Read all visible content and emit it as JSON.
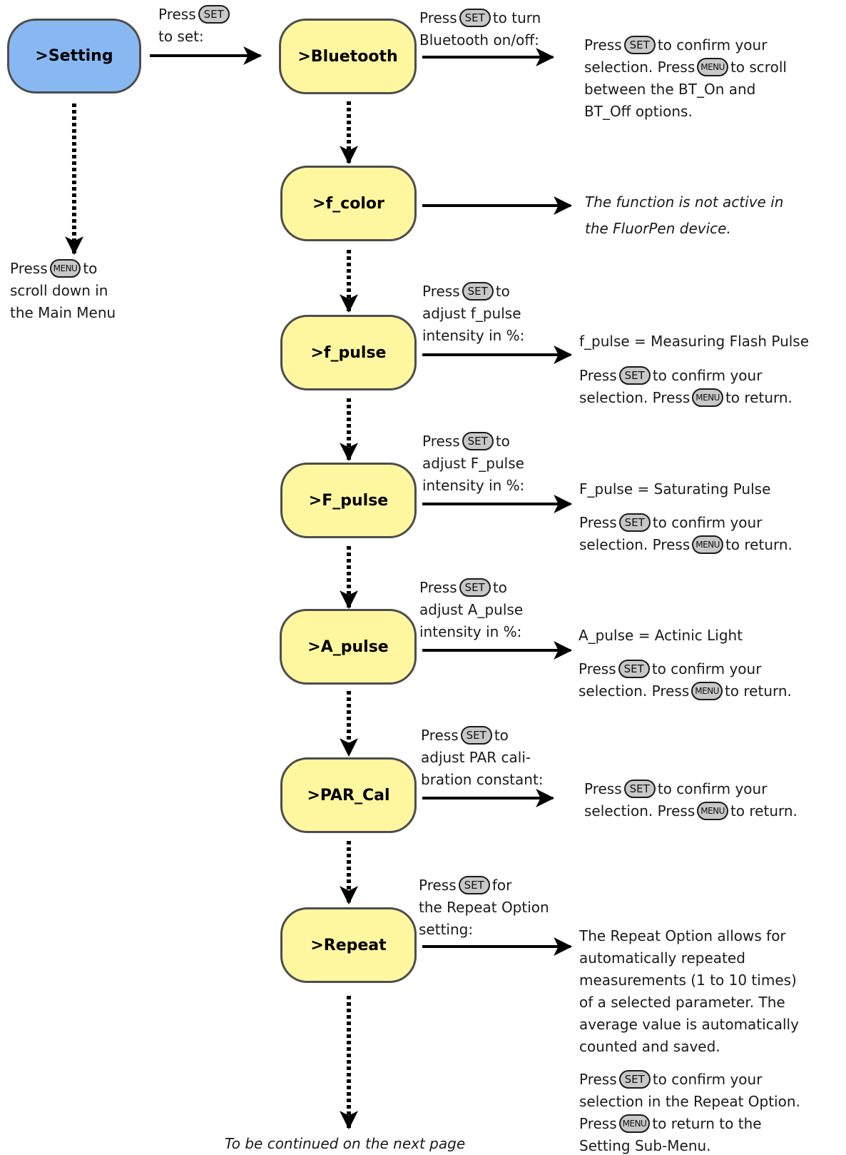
{
  "buttons": {
    "set": "SET",
    "menu": "MENU"
  },
  "colors": {
    "node_yellow": "#fff7a0",
    "node_blue": "#87b8f2",
    "outline": "#4d4d4d"
  },
  "nodes": {
    "setting": ">Setting",
    "bluetooth": ">Bluetooth",
    "f_color": ">f_color",
    "f_pulse": ">f_pulse",
    "F_pulse": ">F_pulse",
    "A_pulse": ">A_pulse",
    "PAR_Cal": ">PAR_Cal",
    "repeat": ">Repeat"
  },
  "text": {
    "setting_press": "Press",
    "setting_to_set": "to set:",
    "scroll_press": "Press",
    "scroll_l1_tail": "to",
    "scroll_l2": "scroll down in",
    "scroll_l3": "the Main Menu",
    "bt_press": "Press",
    "bt_l1_tail": "to turn",
    "bt_l2": "Bluetooth on/off:",
    "bt_r_press": "Press",
    "bt_r1_tail": "to confirm your",
    "bt_r2_head": "selection. Press",
    "bt_r2_tail": "to scroll",
    "bt_r3": "between the BT_On and",
    "bt_r4": "BT_Off options.",
    "fcolor_r1": "The function is not active in",
    "fcolor_r2": "the FluorPen device.",
    "fpulse_press": "Press",
    "fpulse_l1_tail": "to",
    "fpulse_l2": "adjust f_pulse",
    "fpulse_l3": "intensity in %:",
    "fpulse_def": "f_pulse = Measuring Flash Pulse",
    "fpulse_r_press": "Press",
    "fpulse_r1_tail": "to confirm your",
    "fpulse_r2_head": "selection. Press",
    "fpulse_r2_tail": "to return.",
    "Fpulse_press": "Press",
    "Fpulse_l1_tail": "to",
    "Fpulse_l2": "adjust F_pulse",
    "Fpulse_l3": "intensity in %:",
    "Fpulse_def": "F_pulse = Saturating Pulse",
    "Fpulse_r_press": "Press",
    "Fpulse_r1_tail": "to confirm your",
    "Fpulse_r2_head": "selection. Press",
    "Fpulse_r2_tail": "to return.",
    "Apulse_press": "Press",
    "Apulse_l1_tail": "to",
    "Apulse_l2": "adjust A_pulse",
    "Apulse_l3": "intensity in %:",
    "Apulse_def": "A_pulse = Actinic Light",
    "Apulse_r_press": "Press",
    "Apulse_r1_tail": "to confirm your",
    "Apulse_r2_head": "selection. Press",
    "Apulse_r2_tail": "to return.",
    "par_press": "Press",
    "par_l1_tail": "to",
    "par_l2": "adjust PAR cali-",
    "par_l3": "bration constant:",
    "par_r_press": "Press",
    "par_r1_tail": "to confirm your",
    "par_r2_head": "selection. Press",
    "par_r2_tail": "to return.",
    "rep_press": "Press",
    "rep_l1_tail": "for",
    "rep_l2": "the Repeat Option",
    "rep_l3": "setting:",
    "rep_r1": "The Repeat Option allows for",
    "rep_r2": "automatically repeated",
    "rep_r3": "measurements (1 to 10 times)",
    "rep_r4": "of a selected parameter. The",
    "rep_r5": "average value is automatically",
    "rep_r6": "counted and saved.",
    "rep_c_press": "Press",
    "rep_c1_tail": "to confirm your",
    "rep_c2": "selection in the Repeat Option.",
    "rep_c3_press": "Press",
    "rep_c3_tail": "to return to the",
    "rep_c4": "Setting Sub-Menu.",
    "footer": "To be continued on the next page"
  }
}
